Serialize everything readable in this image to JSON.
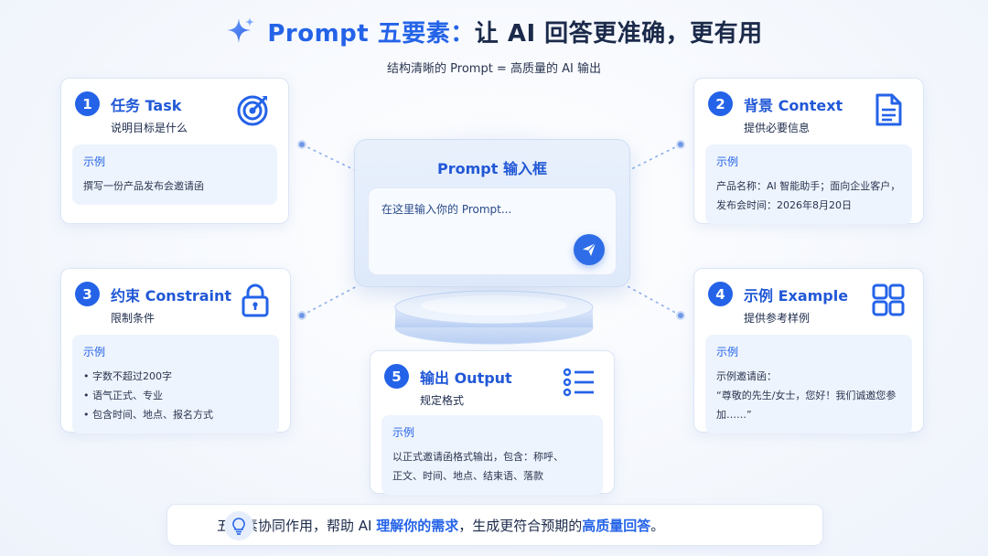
{
  "header": {
    "title_prefix": "Prompt 五要素：",
    "title_rest": "让 AI 回答更准确，更有用",
    "subtitle": "结构清晰的 Prompt = 高质量的 AI 输出"
  },
  "center": {
    "title": "Prompt 输入框",
    "placeholder": "在这里输入你的 Prompt..."
  },
  "cards": {
    "task": {
      "number": "1",
      "title": "任务 Task",
      "desc": "说明目标是什么",
      "icon": "target-icon",
      "example_label": "示例",
      "example_text": "撰写一份产品发布会邀请函"
    },
    "context": {
      "number": "2",
      "title": "背景 Context",
      "desc": "提供必要信息",
      "icon": "document-icon",
      "example_label": "示例",
      "example_lines": [
        "产品名称：AI 智能助手；面向企业客户，",
        "发布会时间：2026年8月20日"
      ]
    },
    "constraint": {
      "number": "3",
      "title": "约束 Constraint",
      "desc": "限制条件",
      "icon": "lock-icon",
      "example_label": "示例",
      "example_items": [
        "字数不超过200字",
        "语气正式、专业",
        "包含时间、地点、报名方式"
      ]
    },
    "example": {
      "number": "4",
      "title": "示例 Example",
      "desc": "提供参考样例",
      "icon": "grid-icon",
      "example_label": "示例",
      "example_lines": [
        "示例邀请函：",
        "“尊敬的先生/女士，您好！我们诚邀您参",
        "加……”"
      ]
    },
    "output": {
      "number": "5",
      "title": "输出 Output",
      "desc": "规定格式",
      "icon": "list-icon",
      "example_label": "示例",
      "example_lines": [
        "以正式邀请函格式输出，包含：称呼、",
        "正文、时间、地点、结束语、落款"
      ]
    }
  },
  "footer": {
    "text_a": "五要素协同作用，帮助 AI ",
    "text_hl1": "理解你的需求",
    "text_b": "，生成更符合预期的",
    "text_hl2": "高质量回答",
    "text_c": "。"
  },
  "colors": {
    "accent": "#2463e8",
    "text": "#1b2a4a"
  }
}
